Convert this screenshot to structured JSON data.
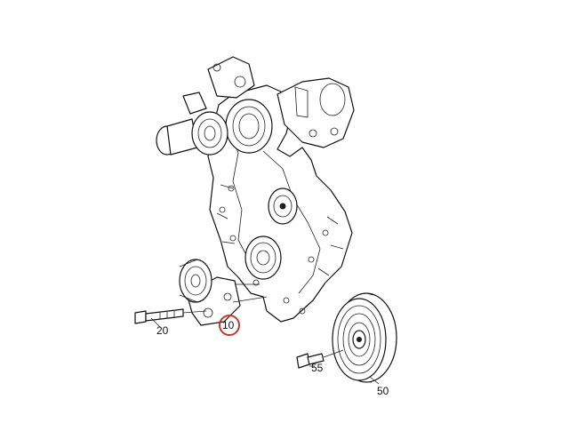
{
  "diagram": {
    "callouts": [
      {
        "id": "tensioner",
        "label": "10",
        "highlighted": true
      },
      {
        "id": "long-bolt",
        "label": "20"
      },
      {
        "id": "pulley",
        "label": "50"
      },
      {
        "id": "short-bolt",
        "label": "55"
      }
    ],
    "highlight_color": "#c0392b"
  }
}
